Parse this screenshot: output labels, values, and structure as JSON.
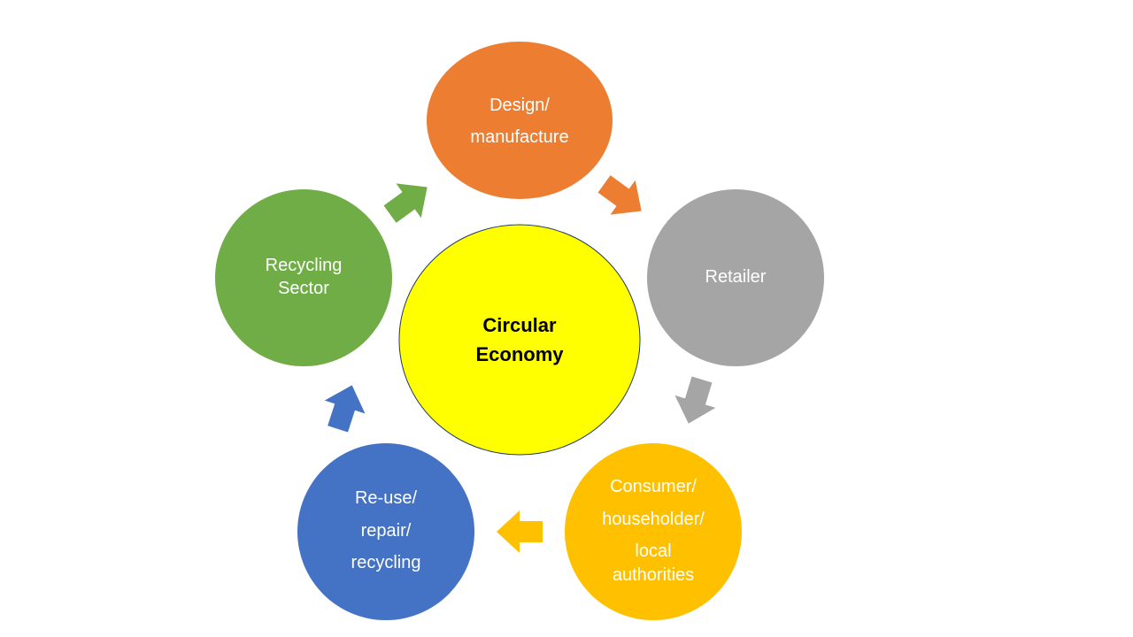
{
  "diagram": {
    "center": {
      "lines": [
        "Circular",
        "Economy"
      ],
      "fill": "#FFFF00",
      "stroke": "#1F3864"
    },
    "nodes": [
      {
        "id": "design",
        "lines": [
          "Design/",
          "manufacture"
        ],
        "fill": "#ED7D31"
      },
      {
        "id": "retailer",
        "lines": [
          "Retailer"
        ],
        "fill": "#A5A5A5"
      },
      {
        "id": "consumer",
        "lines": [
          "Consumer/",
          "householder/",
          "local",
          "authorities"
        ],
        "fill": "#FFC000"
      },
      {
        "id": "reuse",
        "lines": [
          "Re-use/",
          "repair/",
          "recycling"
        ],
        "fill": "#4472C4"
      },
      {
        "id": "recycling",
        "lines": [
          "Recycling",
          "Sector"
        ],
        "fill": "#70AD47"
      }
    ],
    "arrows": [
      {
        "from": "design",
        "to": "retailer",
        "fill": "#ED7D31"
      },
      {
        "from": "retailer",
        "to": "consumer",
        "fill": "#A5A5A5"
      },
      {
        "from": "consumer",
        "to": "reuse",
        "fill": "#FFC000"
      },
      {
        "from": "reuse",
        "to": "recycling",
        "fill": "#4472C4"
      },
      {
        "from": "recycling",
        "to": "design",
        "fill": "#70AD47"
      }
    ]
  }
}
